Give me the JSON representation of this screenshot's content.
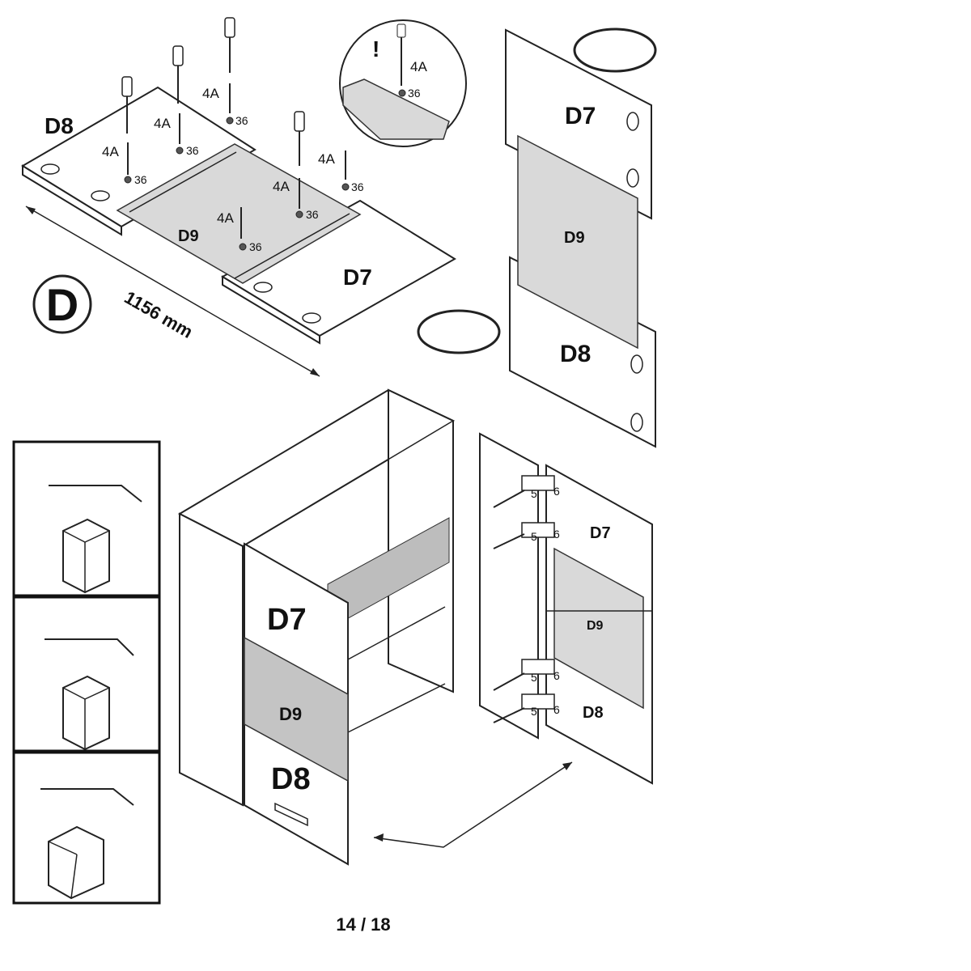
{
  "step": {
    "letter": "D"
  },
  "labels": {
    "d8": "D8",
    "d7": "D7",
    "d9": "D9",
    "screw": "4A",
    "cap": "36",
    "hinge_a": "5",
    "hinge_b": "6",
    "warning": "!"
  },
  "dimension": {
    "text": "1156 mm"
  },
  "footer": {
    "page": "14 / 18"
  }
}
